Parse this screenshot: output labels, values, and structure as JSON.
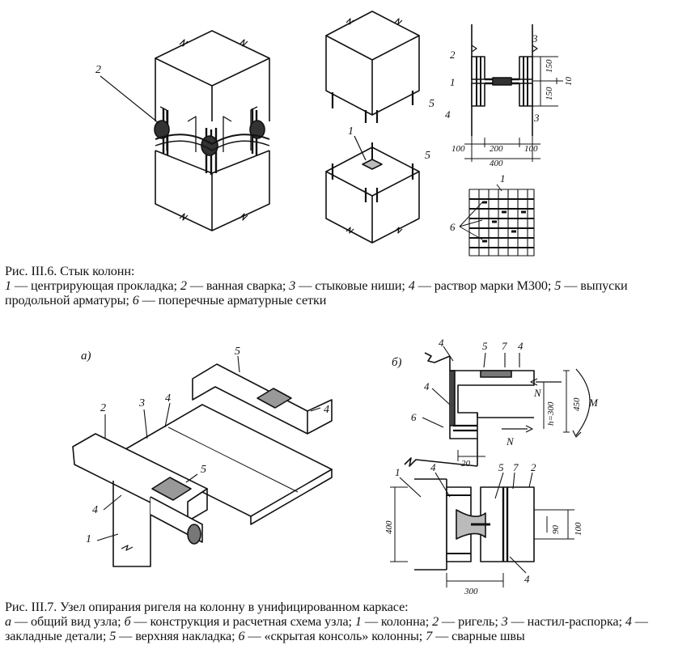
{
  "figure1": {
    "caption_title": "Рис. III.6. Стык колонн:",
    "caption_items": [
      {
        "num": "1",
        "text": " — центрирующая прокладка; "
      },
      {
        "num": "2",
        "text": " — ванная сварка; "
      },
      {
        "num": "3",
        "text": " — стыковые ниши; "
      },
      {
        "num": "4",
        "text": " — раствор марки М300; "
      },
      {
        "num": "5",
        "text": " — выпуски продольной арматуры; "
      },
      {
        "num": "6",
        "text": " — поперечные арматурные сетки"
      }
    ],
    "labels": {
      "n1": "1",
      "n2": "2",
      "n3": "3",
      "n4": "4",
      "n5": "5",
      "n6": "6"
    },
    "dimensions": {
      "d150": "150",
      "d10": "10",
      "d100": "100",
      "d200": "200",
      "d400": "400"
    }
  },
  "figure2": {
    "caption_title": "Рис. III.7. Узел опирания ригеля на колонну в унифицированном каркасе:",
    "caption_items": [
      {
        "num": "а",
        "text": " — общий вид узла; "
      },
      {
        "num": "б",
        "text": " — конструкция и расчетная схема узла; "
      },
      {
        "num": "1",
        "text": " — колонна; "
      },
      {
        "num": "2",
        "text": " — ригель; "
      },
      {
        "num": "3",
        "text": " — настил-распорка; "
      },
      {
        "num": "4",
        "text": " — закладные детали; "
      },
      {
        "num": "5",
        "text": " — верхняя накладка; "
      },
      {
        "num": "6",
        "text": " — «скрытая консоль» колонны; "
      },
      {
        "num": "7",
        "text": " — сварные швы"
      }
    ],
    "subfig_a": "а)",
    "subfig_b": "б)",
    "labels": {
      "n1": "1",
      "n2": "2",
      "n3": "3",
      "n4": "4",
      "n5": "5",
      "n6": "6",
      "n7": "7",
      "N": "N",
      "M": "M"
    },
    "dimensions": {
      "h300": "h=300",
      "d450": "450",
      "d20": "20",
      "d400": "400",
      "d300": "300",
      "d90": "90",
      "d100": "100"
    }
  }
}
